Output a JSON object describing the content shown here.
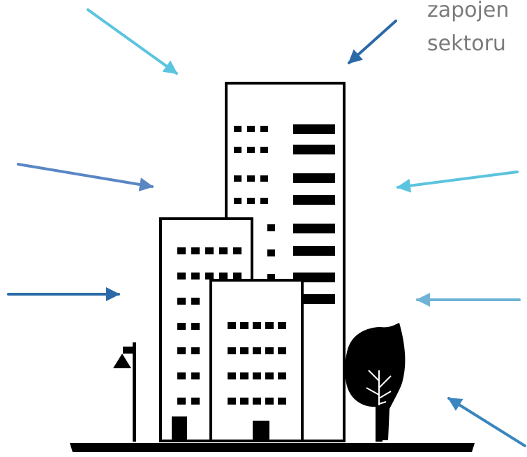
{
  "annotation": {
    "lines": [
      "zapojen",
      "sektoru"
    ]
  },
  "colors": {
    "ink": "#000000",
    "background": "#ffffff",
    "arrow_light": "#5bc4de",
    "arrow_mid": "#3a86be",
    "arrow_dark": "#2b6aa8",
    "arrow_steel": "#5a86c4",
    "arrow_pale": "#6fb3d6",
    "label_text": "#7b7b7b"
  },
  "icons": [
    "city-buildings-illustration",
    "street-lamp-icon",
    "tree-icon",
    "arrow-icon"
  ]
}
